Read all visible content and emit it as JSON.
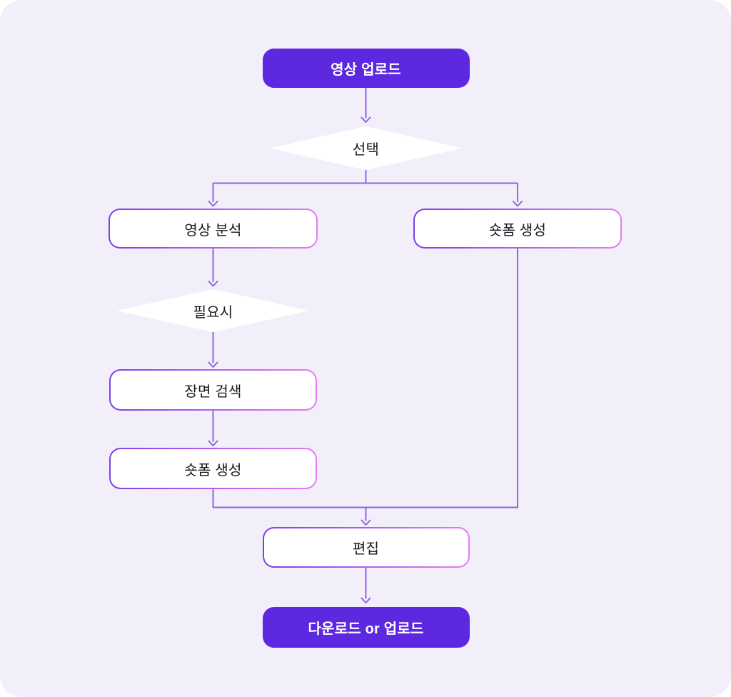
{
  "flowchart": {
    "nodes": {
      "start": {
        "label": "영상 업로드",
        "type": "terminal"
      },
      "select": {
        "label": "선택",
        "type": "decision"
      },
      "video_analysis": {
        "label": "영상 분석",
        "type": "process"
      },
      "shortform_right": {
        "label": "숏폼 생성",
        "type": "process"
      },
      "if_needed": {
        "label": "필요시",
        "type": "decision"
      },
      "scene_search": {
        "label": "장면 검색",
        "type": "process"
      },
      "shortform_left": {
        "label": "숏폼 생성",
        "type": "process"
      },
      "edit": {
        "label": "편집",
        "type": "process"
      },
      "end": {
        "label": "다운로드 or 업로드",
        "type": "terminal"
      }
    },
    "edges": [
      {
        "from": "start",
        "to": "select"
      },
      {
        "from": "select",
        "to": "video_analysis"
      },
      {
        "from": "select",
        "to": "shortform_right"
      },
      {
        "from": "video_analysis",
        "to": "if_needed"
      },
      {
        "from": "if_needed",
        "to": "scene_search"
      },
      {
        "from": "scene_search",
        "to": "shortform_left"
      },
      {
        "from": "shortform_left",
        "to": "edit"
      },
      {
        "from": "shortform_right",
        "to": "edit"
      },
      {
        "from": "edit",
        "to": "end"
      }
    ],
    "colors": {
      "page_background": "#ffffff",
      "canvas_background": "#f2effb",
      "terminal_fill": "#5c28e0",
      "terminal_text": "#ffffff",
      "process_fill": "#ffffff",
      "process_text": "#17171f",
      "border_gradient_start": "#7f3fe9",
      "border_gradient_end": "#e47df2",
      "connector": "#9163dd"
    }
  }
}
